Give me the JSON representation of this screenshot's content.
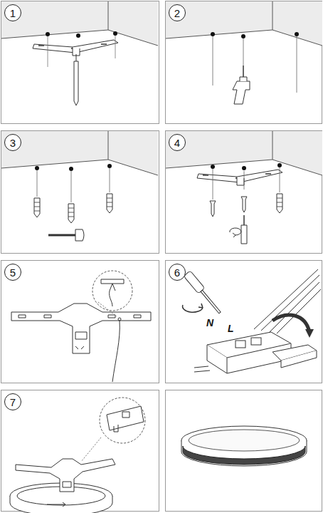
{
  "diagram": {
    "nodes": [
      {
        "text": [
          "1"
        ]
      },
      {
        "text": [
          "2"
        ]
      },
      {
        "text": [
          "3"
        ]
      },
      {
        "text": [
          "4"
        ]
      },
      {
        "text": [
          "5"
        ]
      },
      {
        "text": [
          "6"
        ]
      },
      {
        "text": [
          "7"
        ]
      }
    ],
    "labels": [
      "N",
      "L"
    ]
  }
}
